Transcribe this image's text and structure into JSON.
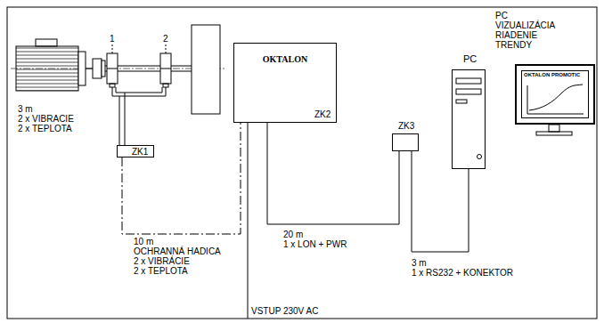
{
  "diagram": {
    "nodes": [
      {
        "text": [
          "ZK1"
        ]
      },
      {
        "text": [
          "OKTALON",
          "ZK2"
        ]
      },
      {
        "text": [
          "ZK3"
        ]
      },
      {
        "text": [
          "PC"
        ]
      },
      {
        "text": [
          "PC VIZUALIZÁCIA RIADENIE TRENDY",
          "OKTALON PROMOTIC"
        ]
      }
    ],
    "edges": [
      {
        "from": 0,
        "to": 1,
        "arrow": "none"
      },
      {
        "from": 1,
        "to": 2,
        "arrow": "none"
      },
      {
        "from": 2,
        "to": 3,
        "arrow": "none"
      }
    ],
    "labels": [
      "1",
      "2",
      "3 m",
      "2 x VIBRACIE",
      "2 x TEPLOTA",
      "10 m",
      "OCHRANNÁ HADICA",
      "2 x VIBRÁCIE",
      "2 x TEPLOTA",
      "20 m",
      "1 x LON + PWR",
      "3 m",
      "1 x RS232 + KONEKTOR",
      "VSTUP 230V AC"
    ]
  }
}
